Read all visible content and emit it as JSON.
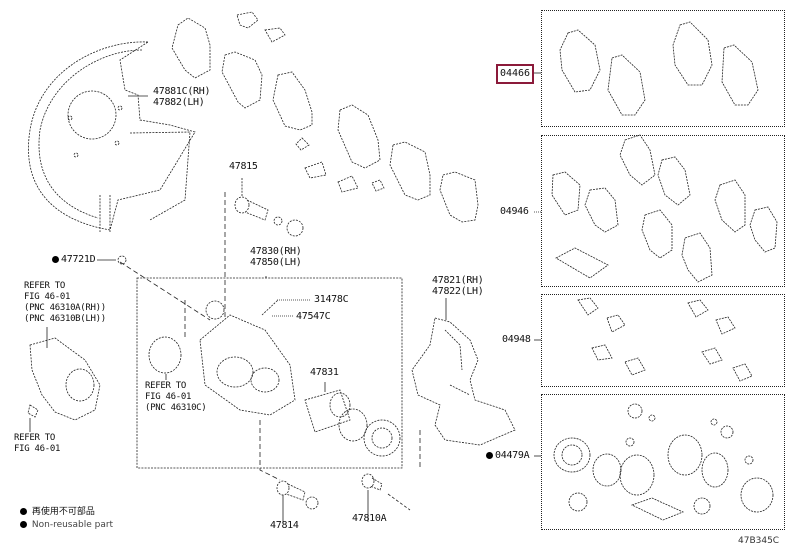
{
  "diagram": {
    "figure_id": "47B345C",
    "highlighted_part": "04466",
    "labels": {
      "dust_cover": [
        "47881C(RH)",
        "47882(LH)"
      ],
      "pin_bolt_top": "47815",
      "caliper_assy": [
        "47830(RH)",
        "47850(LH)"
      ],
      "bleeder_cap": "31478C",
      "bleeder_plug": "47547C",
      "piston": "47831",
      "pin_bolt_bottom": "47814",
      "union_bolt": "47810A",
      "mounting": [
        "47821(RH)",
        "47822(LH)"
      ],
      "bolt_nonreusable": "47721D",
      "kit_pads": "04466",
      "kit_pad_support": "04946",
      "kit_clips": "04948",
      "kit_seal": "04479A"
    },
    "references": {
      "knuckle": [
        "REFER TO",
        "FIG 46-01",
        "(PNC 46310A(RH))",
        "(PNC 46310B(LH))"
      ],
      "bolt": [
        "REFER TO",
        "FIG 46-01"
      ],
      "seal": [
        "REFER TO",
        "FIG 46-01",
        "(PNC 46310C)"
      ]
    },
    "legend": {
      "line1": "再使用不可部品",
      "line2": "Non-reusable part"
    }
  }
}
